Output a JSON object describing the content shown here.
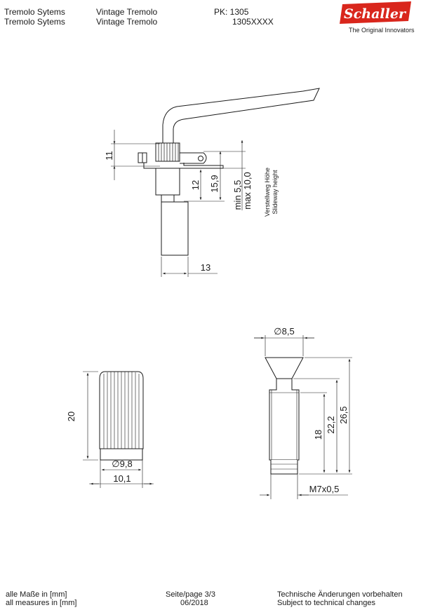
{
  "header": {
    "series_de": "Tremolo Sytems",
    "series_en": "Tremolo Sytems",
    "product_de": "Vintage Tremolo",
    "product_en": "Vintage Tremolo",
    "pk": "PK: 1305",
    "article": "1305XXXX",
    "brand_logo": "Schaller",
    "brand_tagline": "The Original Innovators",
    "brand_color": "#d9261c"
  },
  "drawing_top": {
    "dim_11": "11",
    "dim_12": "12",
    "dim_15_9": "15,9",
    "dim_min": "min 5,5",
    "dim_max": "max 10,0",
    "note_de": "Verstellweg Höhe",
    "note_en": "Slideway height",
    "dim_13": "13"
  },
  "drawing_knob": {
    "dim_20": "20",
    "dim_dia_9_8": "∅9,8",
    "dim_10_1": "10,1"
  },
  "drawing_bushing": {
    "dim_dia_8_5": "∅8,5",
    "dim_18": "18",
    "dim_22_2": "22,2",
    "dim_26_5": "26,5",
    "dim_thread": "M7x0,5"
  },
  "footer": {
    "units_de": "alle Maße in [mm]",
    "units_en": "all measures in [mm]",
    "page": "Seite/page 3/3",
    "date": "06/2018",
    "notice_de": "Technische Änderungen vorbehalten",
    "notice_en": "Subject to technical changes"
  }
}
